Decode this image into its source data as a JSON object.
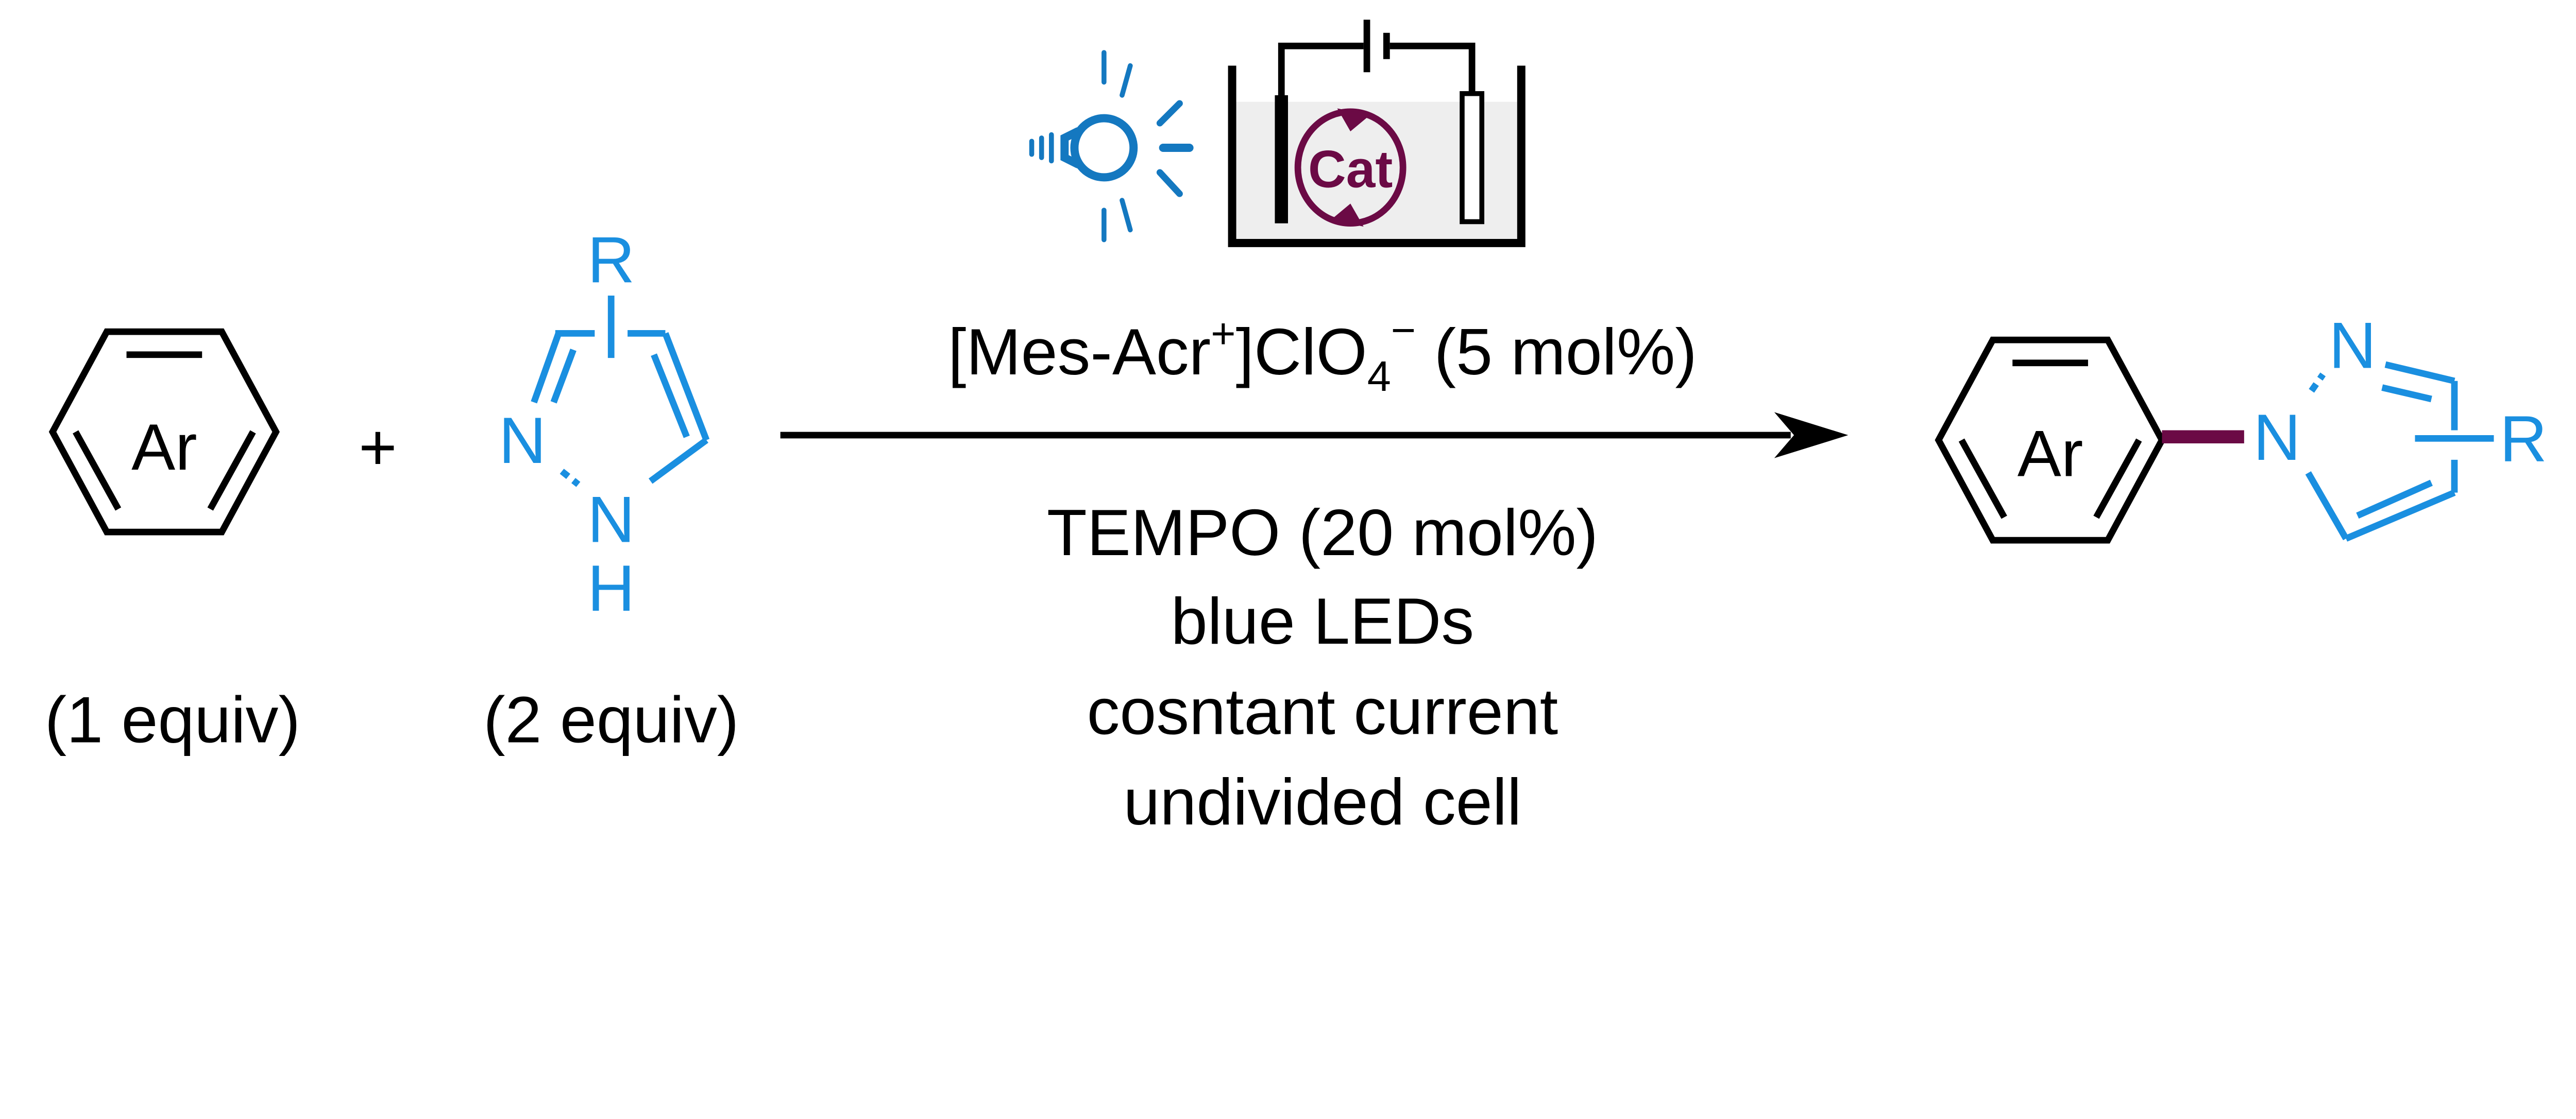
{
  "colors": {
    "reagent_blue": "#1a8fe0",
    "cat_purple": "#6b0a45",
    "bulb_blue": "#1478c0",
    "ink": "#000000"
  },
  "icons": [
    "light-bulb-icon",
    "electrochemical-cell-icon",
    "battery-icon"
  ],
  "reactant1": {
    "label": "Ar",
    "equiv": "(1 equiv)"
  },
  "plus": "+",
  "reactant2": {
    "substituent": "R",
    "n1": "N",
    "n2": "N",
    "h": "H",
    "equiv": "(2 equiv)"
  },
  "catalyst_icon": {
    "label": "Cat"
  },
  "conditions": {
    "catalyst_main": "[Mes-Acr",
    "catalyst_sup": "+",
    "catalyst_mid": "]ClO",
    "catalyst_sub": "4",
    "catalyst_sup2": "−",
    "catalyst_load": " (5 mol%)",
    "line1": "TEMPO (20 mol%)",
    "line2": "blue LEDs",
    "line3": "cosntant current",
    "line4": "undivided cell"
  },
  "product": {
    "aryl": "Ar",
    "n1": "N",
    "n2": "N",
    "substituent": "R"
  }
}
